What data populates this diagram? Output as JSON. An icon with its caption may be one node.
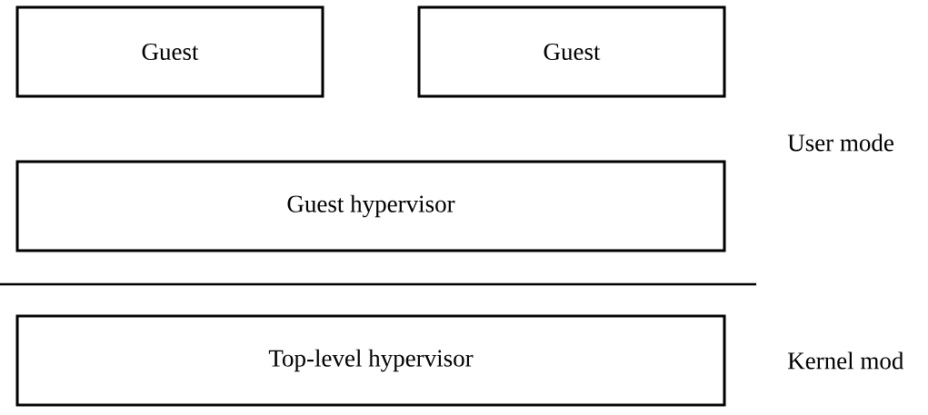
{
  "diagram": {
    "nodes": [
      {
        "text": [
          "Guest"
        ]
      },
      {
        "text": [
          "Guest"
        ]
      },
      {
        "text": [
          "Guest hypervisor"
        ]
      },
      {
        "text": [
          "Top-level hypervisor"
        ]
      }
    ],
    "labels": [
      "User mode",
      "Kernel mod"
    ]
  }
}
